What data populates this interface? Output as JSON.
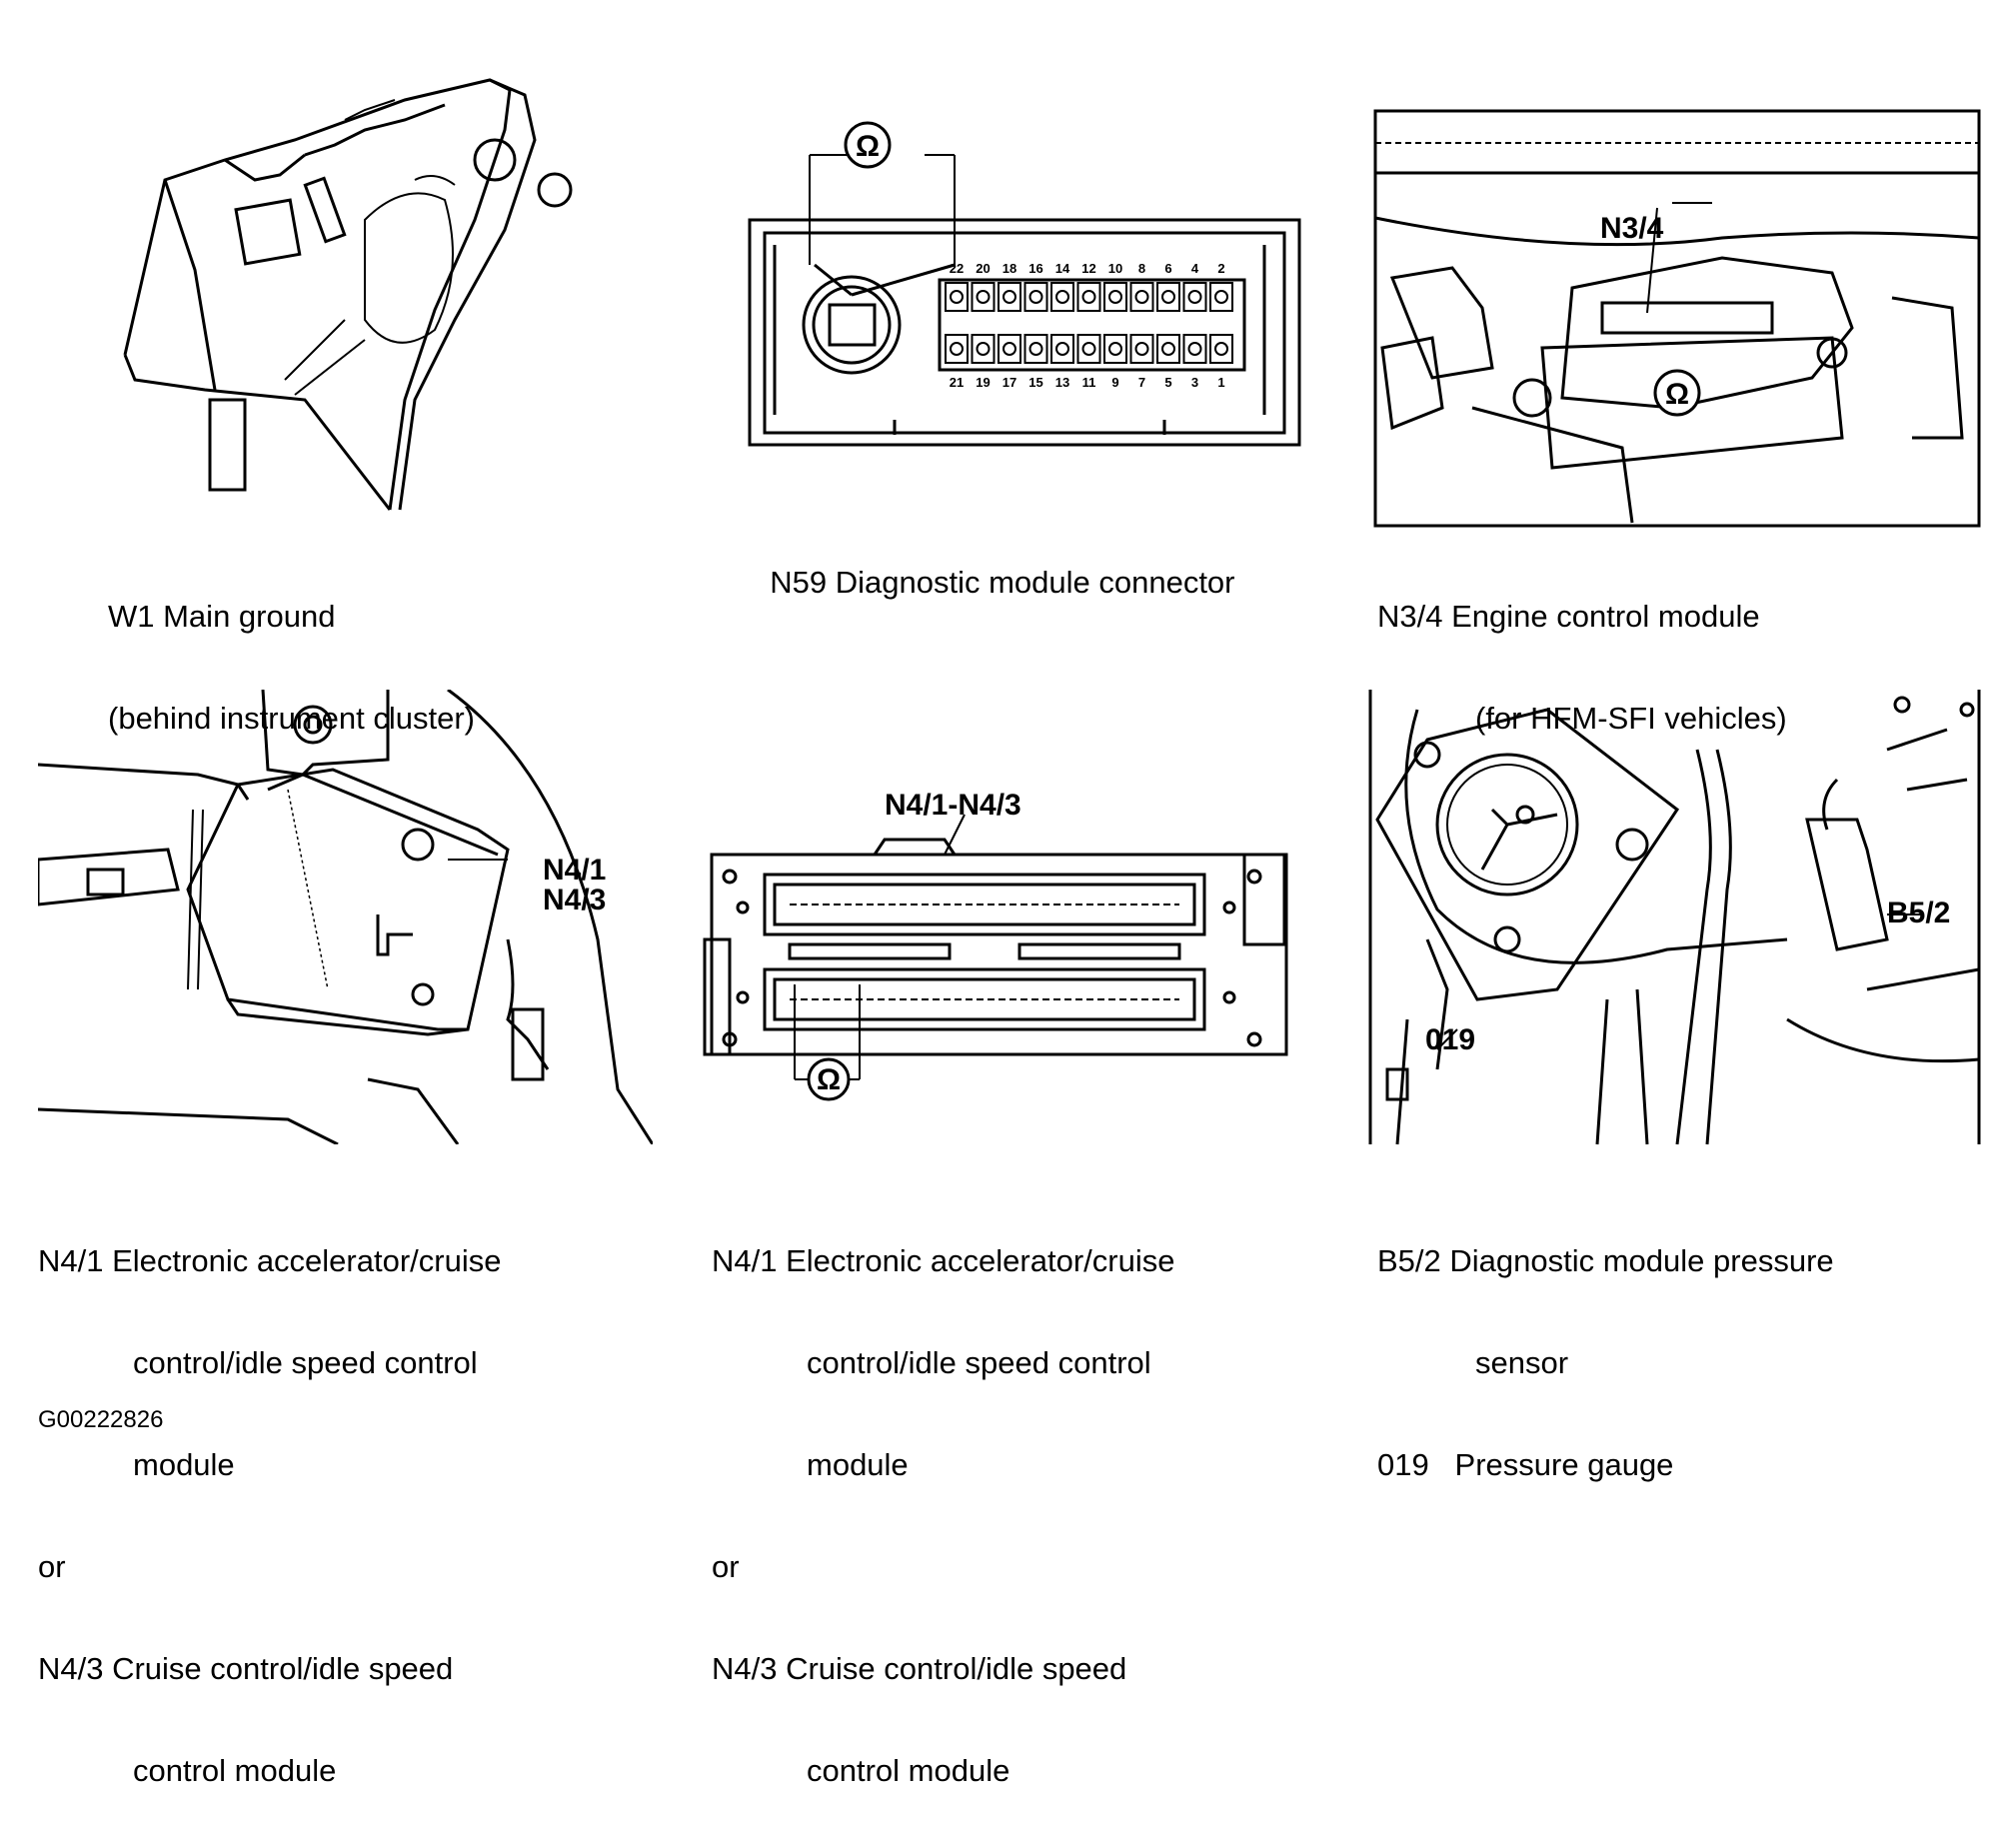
{
  "panels": {
    "w1": {
      "caption_line1": "W1 Main ground",
      "caption_line2": "(behind instrument cluster)"
    },
    "n59": {
      "caption": "N59 Diagnostic module connector",
      "ohm_symbol": "Ω",
      "pins_top": [
        "22",
        "20",
        "18",
        "16",
        "14",
        "12",
        "10",
        "8",
        "6",
        "4",
        "2"
      ],
      "pins_bottom": [
        "21",
        "19",
        "17",
        "15",
        "13",
        "11",
        "9",
        "7",
        "5",
        "3",
        "1"
      ]
    },
    "n34": {
      "label": "N3/4",
      "ohm_symbol": "Ω",
      "caption_line1": "N3/4 Engine control module",
      "caption_line2": "(for HFM-SFI vehicles)"
    },
    "n41a": {
      "label_1": "N4/1",
      "label_2": "N4/3",
      "caption": {
        "l1": "N4/1 Electronic accelerator/cruise",
        "l2": "control/idle speed control",
        "l3": "module",
        "l4": "or",
        "l5": "N4/3 Cruise control/idle speed",
        "l6": "control module"
      }
    },
    "n41b": {
      "label": "N4/1-N4/3",
      "ohm_symbol": "Ω",
      "caption": {
        "l1": "N4/1 Electronic accelerator/cruise",
        "l2": "control/idle speed control",
        "l3": "module",
        "l4": "or",
        "l5": "N4/3 Cruise control/idle speed",
        "l6": "control module"
      }
    },
    "b52": {
      "label_sensor": "B5/2",
      "label_gauge": "019",
      "caption_line1": "B5/2 Diagnostic module pressure",
      "caption_line2": "sensor",
      "caption_line3": "019   Pressure gauge"
    }
  },
  "figure_code": "G00222826"
}
